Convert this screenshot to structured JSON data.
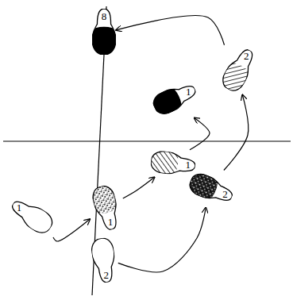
{
  "diagram": {
    "nodes": [
      {
        "text": [
          "8"
        ]
      },
      {
        "text": [
          "1"
        ]
      },
      {
        "text": [
          "2"
        ]
      },
      {
        "text": [
          "1"
        ]
      },
      {
        "text": [
          "2"
        ]
      },
      {
        "text": [
          "1"
        ]
      },
      {
        "text": [
          "1"
        ]
      },
      {
        "text": [
          "2"
        ]
      }
    ],
    "edges": [
      {
        "from": 5,
        "to": 6,
        "arrow": "to"
      },
      {
        "from": 6,
        "to": 3,
        "arrow": "to"
      },
      {
        "from": 7,
        "to": 4,
        "arrow": "to"
      },
      {
        "from": 3,
        "to": 1,
        "arrow": "to"
      },
      {
        "from": 4,
        "to": 2,
        "arrow": "to"
      },
      {
        "from": 2,
        "to": 0,
        "arrow": "to"
      }
    ]
  }
}
